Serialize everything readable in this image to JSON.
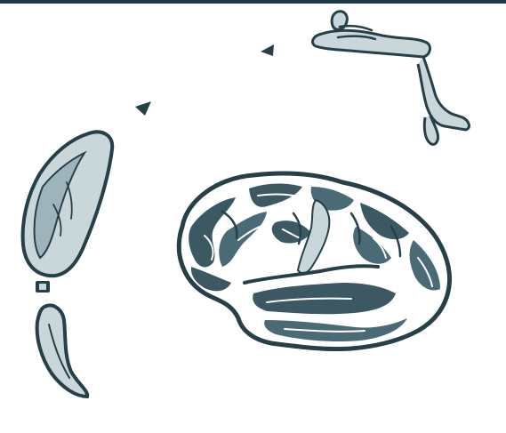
{
  "colors": {
    "ink": "#263f48",
    "fill_pale": "#c9d6da",
    "fill_mid": "#9fb3ba",
    "background": "#ffffff",
    "top_bar": "#1f3a46"
  },
  "elements": {
    "figure": "human-body",
    "organ_left": "retina-eye",
    "organ_brain": "brain-lateral-view",
    "arrows": [
      "left-arrow",
      "up-right-arrow"
    ]
  }
}
